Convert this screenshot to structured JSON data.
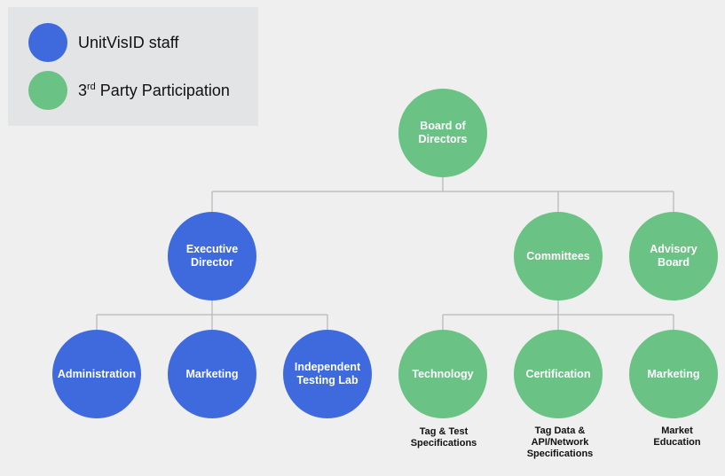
{
  "legend": {
    "staff_label": "UnitVisID staff",
    "third_party_prefix": "3",
    "third_party_sup": "rd",
    "third_party_rest": " Party Participation",
    "staff_color": "#3f6ade",
    "third_party_color": "#6ac285"
  },
  "nodes": {
    "board": "Board of\nDirectors",
    "executive": "Executive\nDirector",
    "committees": "Committees",
    "advisory": "Advisory\nBoard",
    "administration": "Administration",
    "marketing_staff": "Marketing",
    "testing_lab": "Independent\nTesting Lab",
    "technology": "Technology",
    "certification": "Certification",
    "marketing_committee": "Marketing"
  },
  "captions": {
    "technology": "Tag & Test\nSpecifications",
    "certification": "Tag Data &\nAPI/Network\nSpecifications",
    "marketing": "Market\nEducation"
  }
}
